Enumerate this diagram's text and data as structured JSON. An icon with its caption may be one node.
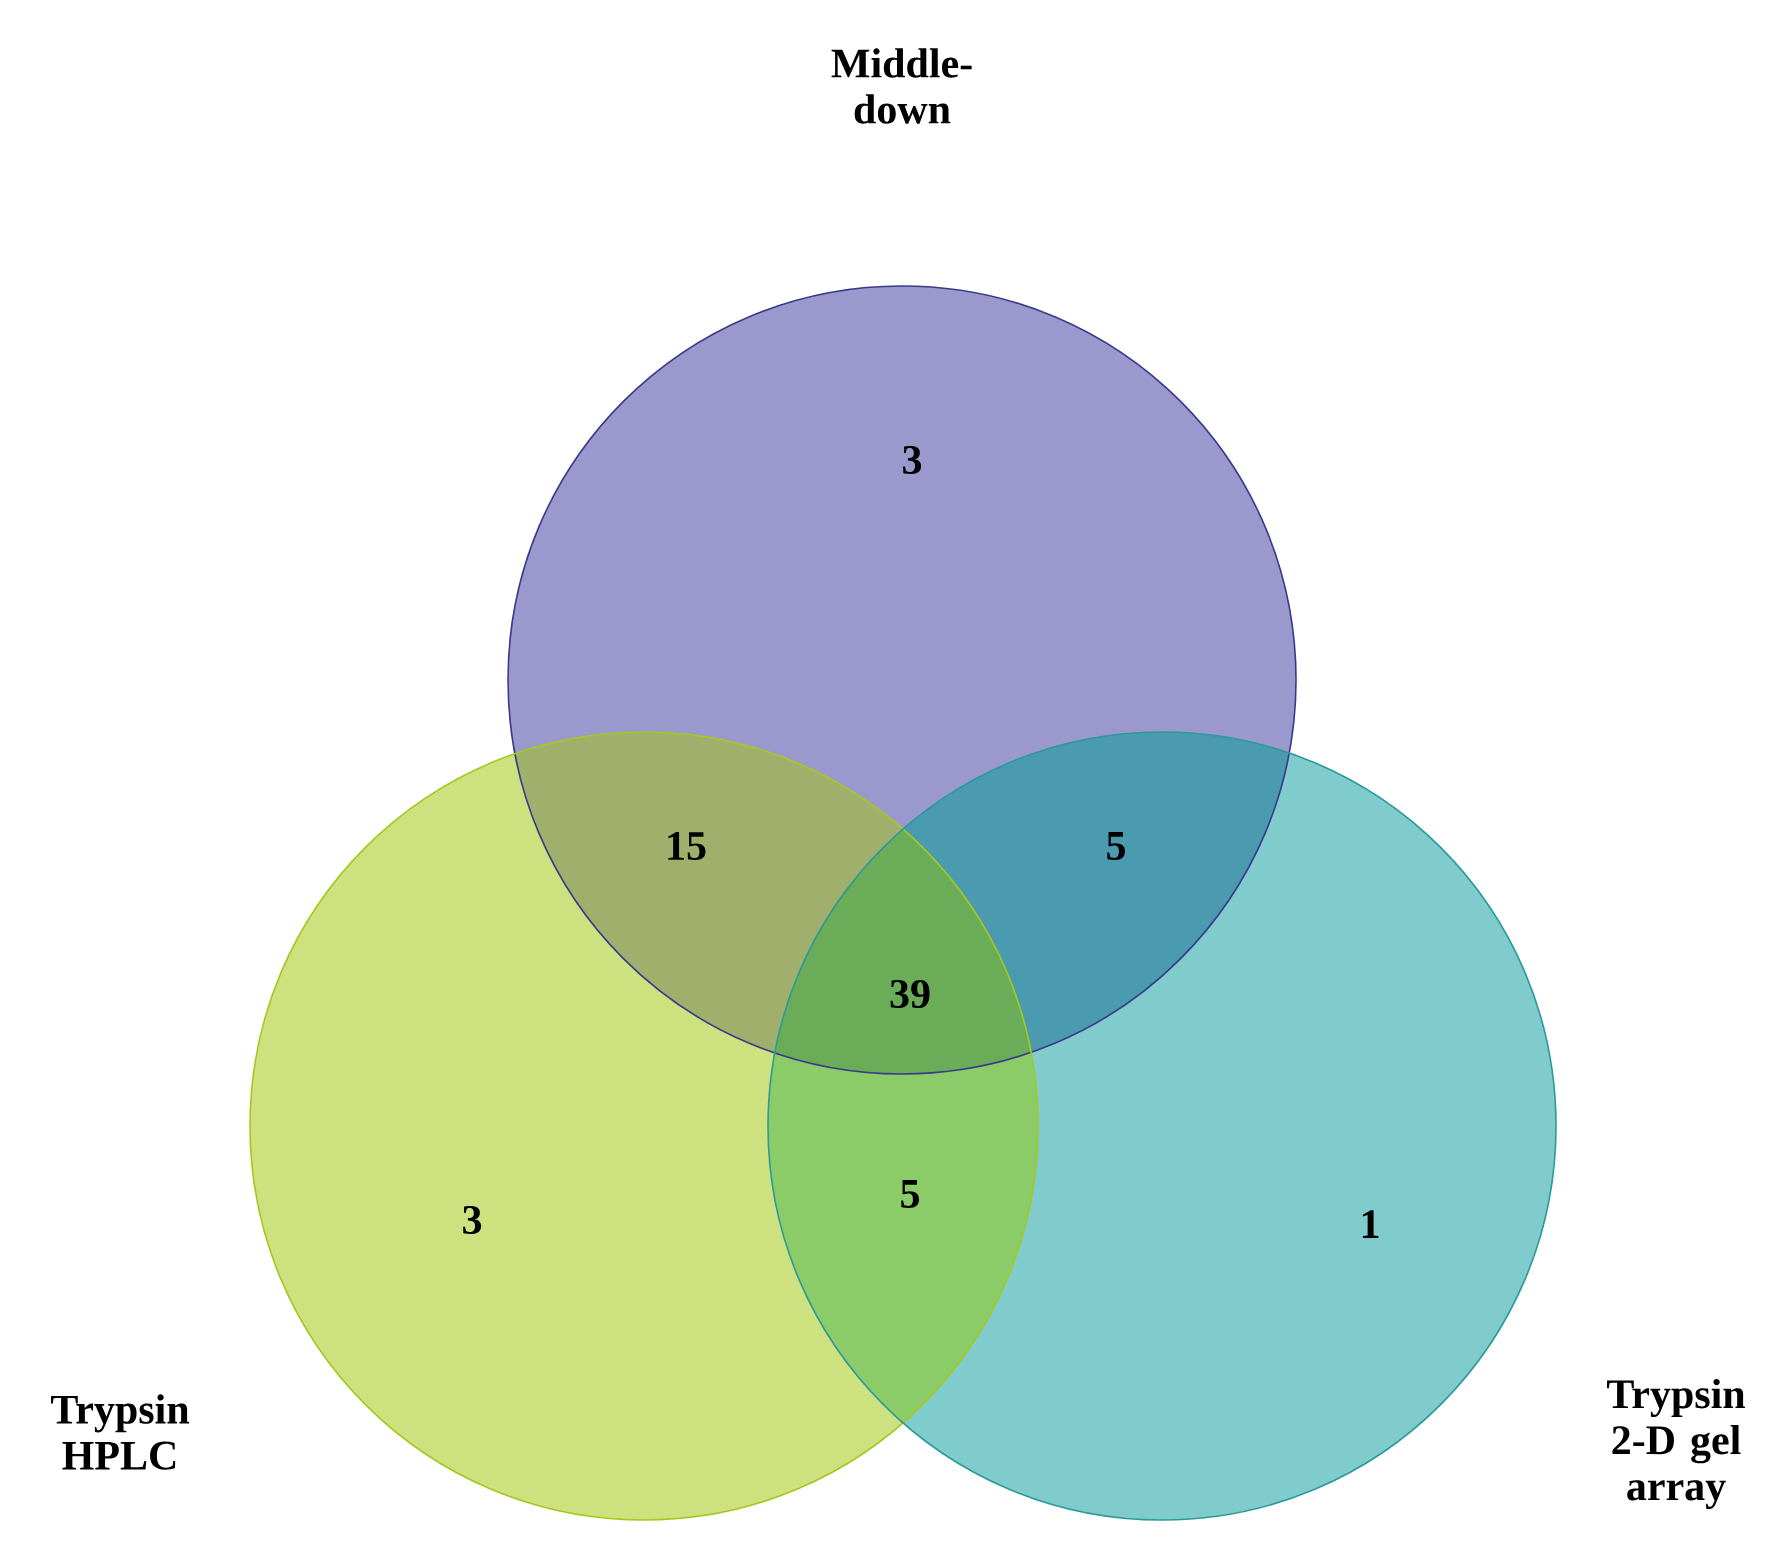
{
  "diagram": {
    "nodes": [
      {
        "text": [
          "Middle-down"
        ]
      },
      {
        "text": [
          "Trypsin HPLC"
        ]
      },
      {
        "text": [
          "Trypsin 2-D gel array"
        ]
      }
    ],
    "labels": [
      "3",
      "15",
      "5",
      "39",
      "3",
      "5",
      "1"
    ]
  }
}
